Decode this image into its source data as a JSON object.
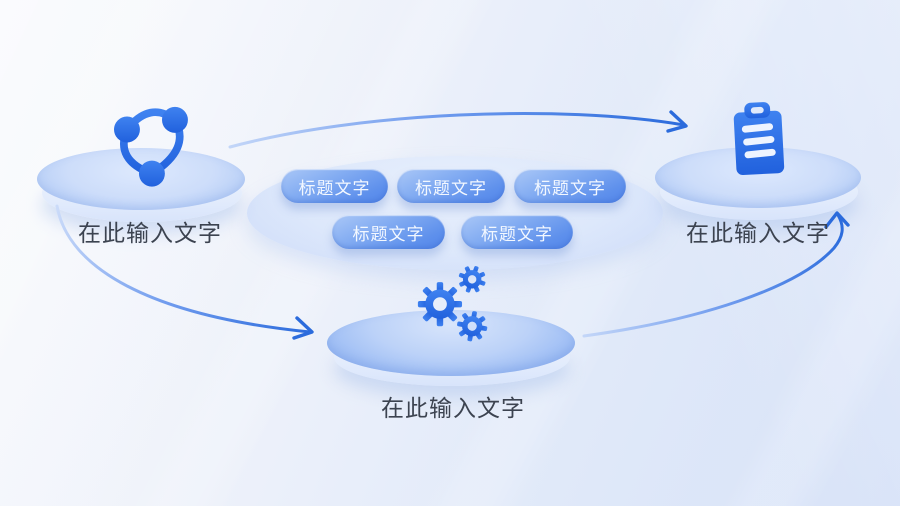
{
  "slide": {
    "labels": {
      "left": "在此输入文字",
      "right": "在此输入文字",
      "bottom": "在此输入文字"
    },
    "pills": {
      "row1": [
        "标题文字",
        "标题文字",
        "标题文字"
      ],
      "row2": [
        "标题文字",
        "标题文字"
      ]
    },
    "icons": {
      "left": "share-network-icon",
      "right": "clipboard-icon",
      "bottom": "gears-icon"
    },
    "colors": {
      "accent_arrow_blue": "#2e6fdd",
      "icon_blue": "#2c6be3",
      "pill_top": "#abc8f7",
      "pill_bottom": "#5285e9",
      "pill_text": "#f3f8ff",
      "label_text": "#3c4350",
      "background_light": "#f5f7fc",
      "background_blue": "#d7e2f8",
      "disc_light": "#cdddfa",
      "disc_deep": "#8db2f2"
    }
  }
}
